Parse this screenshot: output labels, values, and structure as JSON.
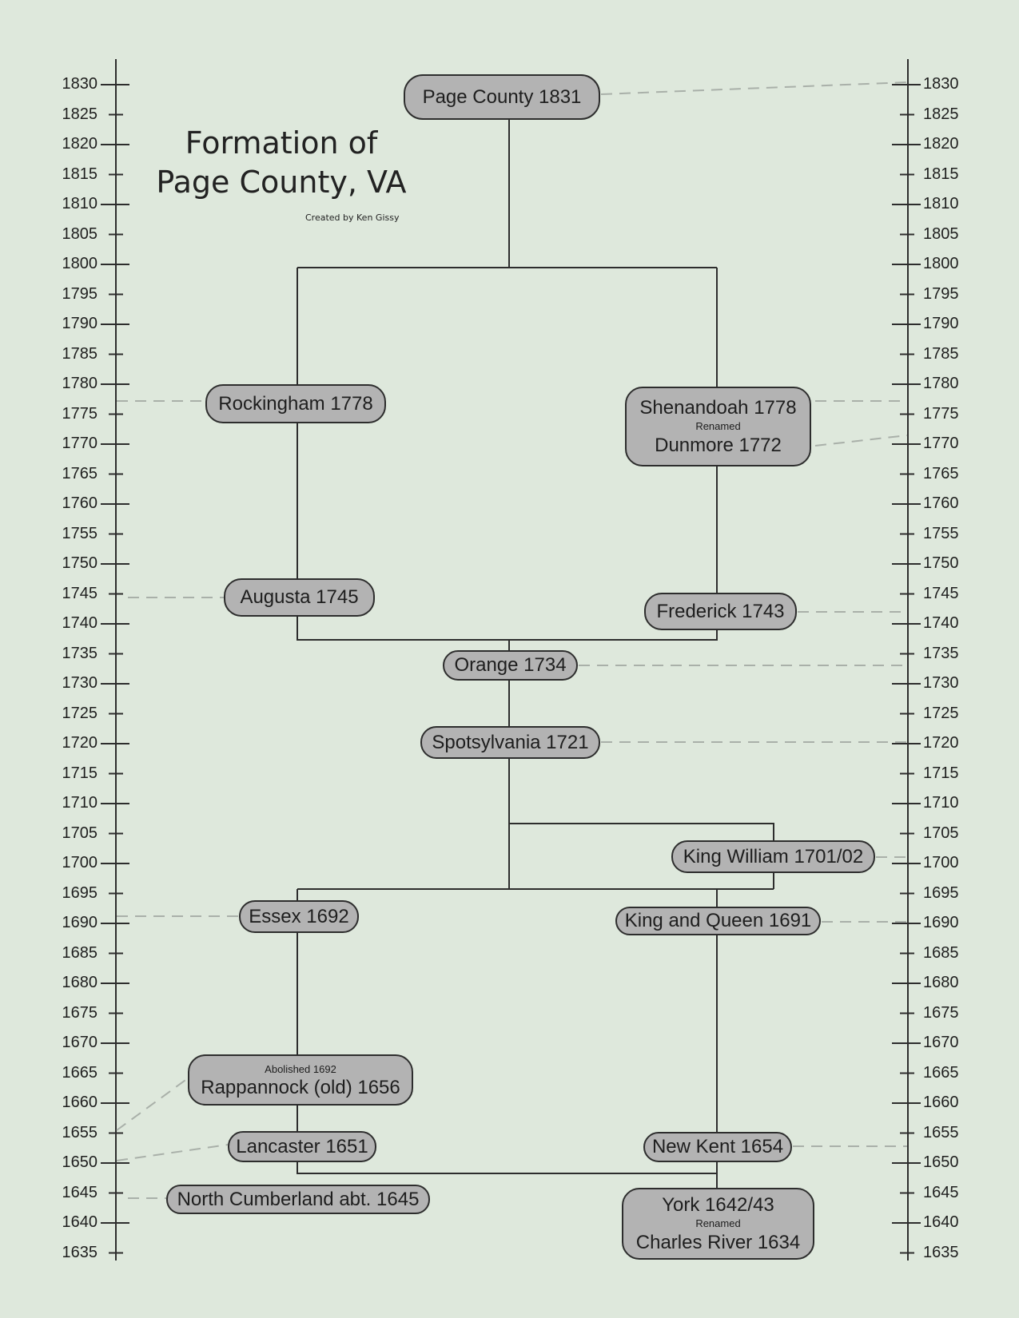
{
  "title": {
    "line1": "Formation of",
    "line2": "Page County, VA"
  },
  "credit": "Created by Ken Gissy",
  "years": [
    1830,
    1825,
    1820,
    1815,
    1810,
    1805,
    1800,
    1795,
    1790,
    1785,
    1780,
    1775,
    1770,
    1765,
    1760,
    1755,
    1750,
    1745,
    1740,
    1735,
    1730,
    1725,
    1720,
    1715,
    1710,
    1705,
    1700,
    1695,
    1690,
    1685,
    1680,
    1675,
    1670,
    1665,
    1660,
    1655,
    1650,
    1645,
    1640,
    1635
  ],
  "nodes": {
    "page": {
      "label": "Page County 1831"
    },
    "rockingham": {
      "label": "Rockingham 1778"
    },
    "shenandoah": {
      "label": "Shenandoah 1778",
      "note": "Renamed",
      "label2": "Dunmore 1772"
    },
    "augusta": {
      "label": "Augusta 1745"
    },
    "frederick": {
      "label": "Frederick 1743"
    },
    "orange": {
      "label": "Orange 1734"
    },
    "spotsylvania": {
      "label": "Spotsylvania 1721"
    },
    "king_william": {
      "label": "King William 1701/02"
    },
    "essex": {
      "label": "Essex 1692"
    },
    "king_and_queen": {
      "label": "King and Queen 1691"
    },
    "rappannock": {
      "note": "Abolished 1692",
      "label": "Rappannock (old) 1656"
    },
    "lancaster": {
      "label": "Lancaster 1651"
    },
    "new_kent": {
      "label": "New Kent 1654"
    },
    "north_cumberland": {
      "label": "North Cumberland abt. 1645"
    },
    "york": {
      "label": "York 1642/43",
      "note": "Renamed",
      "label2": "Charles River 1634"
    }
  },
  "colors": {
    "background": "#dee8dc",
    "node_fill": "#b3b3b3",
    "node_border": "#2d2d2d",
    "connector": "#2d2d2d",
    "dashed_guide": "#a9b0a9"
  }
}
